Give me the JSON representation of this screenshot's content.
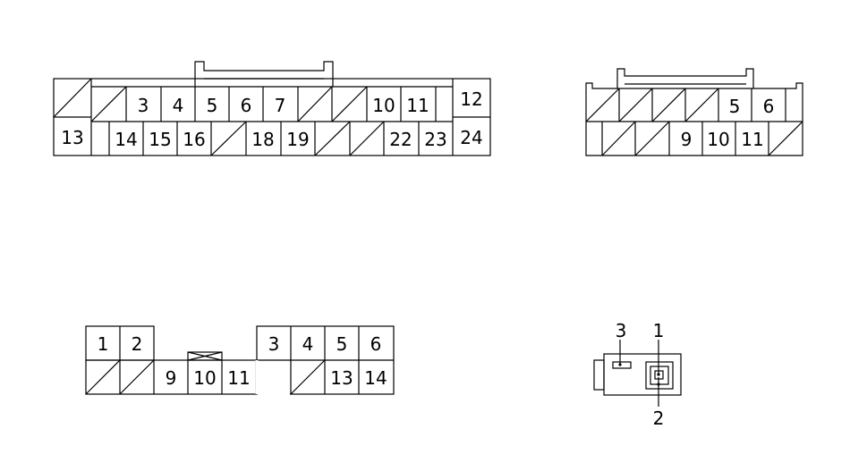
{
  "connector_a": {
    "top_pins": [
      "3",
      "4",
      "5",
      "6",
      "7",
      "10",
      "11",
      "12"
    ],
    "bottom_pins": [
      "13",
      "14",
      "15",
      "16",
      "18",
      "19",
      "22",
      "23",
      "24"
    ]
  },
  "connector_b": {
    "top_pins": [
      "5",
      "6"
    ],
    "bottom_pins": [
      "9",
      "10",
      "11"
    ]
  },
  "connector_c": {
    "top_pins": [
      "1",
      "2",
      "3",
      "4",
      "5",
      "6"
    ],
    "bottom_pins": [
      "9",
      "10",
      "11",
      "13",
      "14"
    ]
  },
  "connector_d": {
    "pin_labels": [
      "3",
      "1",
      "2"
    ]
  }
}
